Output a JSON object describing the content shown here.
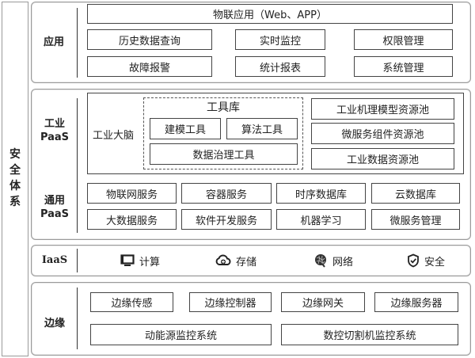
{
  "security": {
    "label_chars": [
      "安",
      "全",
      "体",
      "系"
    ]
  },
  "application": {
    "label": "应用",
    "top_item": "物联应用（Web、APP）",
    "items": [
      "历史数据查询",
      "实时监控",
      "权限管理",
      "故障报警",
      "统计报表",
      "系统管理"
    ]
  },
  "industrial_paas": {
    "label_line1": "工业",
    "label_line2": "PaaS",
    "brain_label": "工业大脑",
    "toolkit": {
      "title": "工具库",
      "items": [
        "建模工具",
        "算法工具",
        "数据治理工具"
      ]
    },
    "resource_pools": [
      "工业机理模型资源池",
      "微服务组件资源池",
      "工业数据资源池"
    ]
  },
  "general_paas": {
    "label_line1": "通用",
    "label_line2": "PaaS",
    "items": [
      "物联网服务",
      "容器服务",
      "时序数据库",
      "云数据库",
      "大数据服务",
      "软件开发服务",
      "机器学习",
      "微服务管理"
    ]
  },
  "iaas": {
    "label": "IaaS",
    "items": [
      {
        "icon": "monitor-icon",
        "label": "计算"
      },
      {
        "icon": "cloud-storage-icon",
        "label": "存储"
      },
      {
        "icon": "network-brain-icon",
        "label": "网络"
      },
      {
        "icon": "shield-check-icon",
        "label": "安全"
      }
    ]
  },
  "edge": {
    "label": "边缘",
    "items": [
      "边缘传感",
      "边缘控制器",
      "边缘网关",
      "边缘服务器"
    ],
    "systems": [
      "动能源监控系统",
      "数控切割机监控系统"
    ]
  },
  "colors": {
    "border": "#444444",
    "section_border": "#9a9a9a",
    "text": "#222222"
  }
}
